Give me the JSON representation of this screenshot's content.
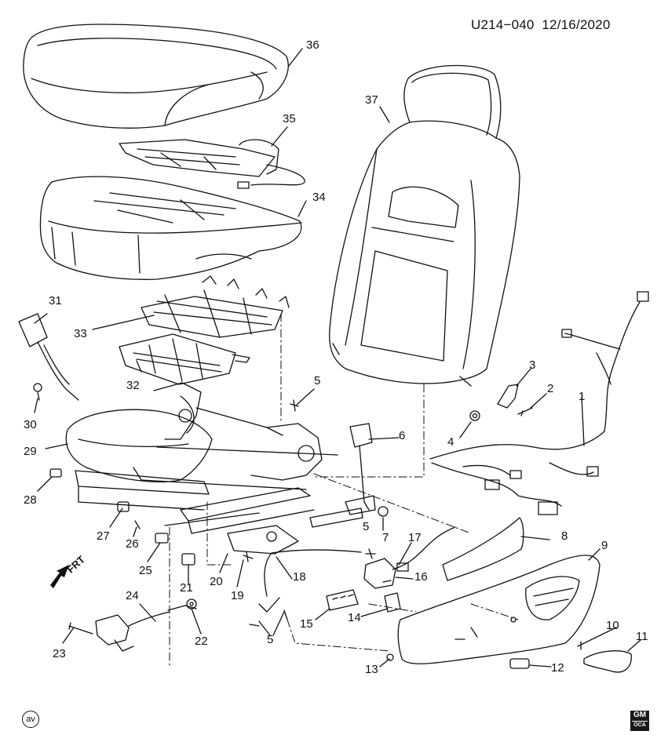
{
  "header": {
    "code": "U214−040",
    "date": "12/16/2020"
  },
  "frt_label": "FRT",
  "av_label": "av",
  "gm_logo": {
    "top": "GM",
    "bottom": "OCA"
  },
  "callouts": [
    "1",
    "2",
    "3",
    "4",
    "5",
    "5",
    "5",
    "6",
    "7",
    "8",
    "9",
    "10",
    "11",
    "12",
    "13",
    "14",
    "15",
    "16",
    "17",
    "18",
    "19",
    "20",
    "21",
    "22",
    "23",
    "24",
    "25",
    "26",
    "27",
    "28",
    "29",
    "30",
    "31",
    "32",
    "33",
    "34",
    "35",
    "36",
    "37"
  ]
}
